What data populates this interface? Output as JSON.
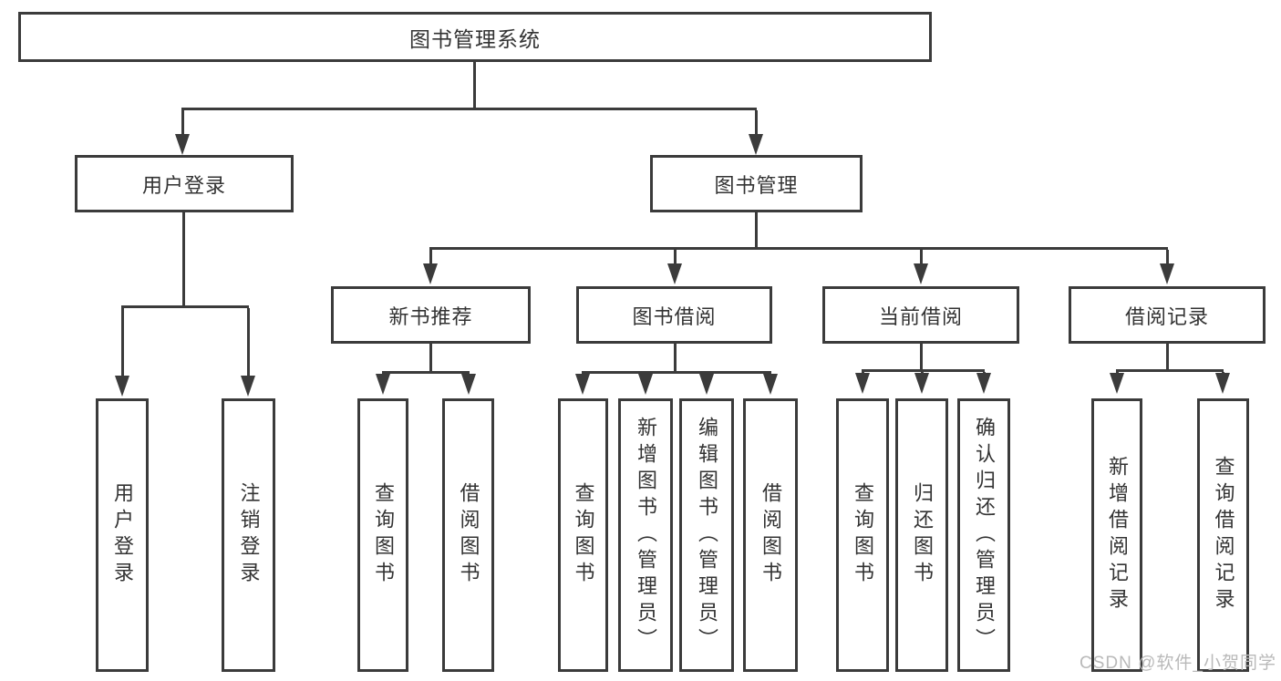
{
  "diagram": {
    "root": {
      "label": "图书管理系统"
    },
    "branches": [
      {
        "label": "用户登录",
        "children": [
          {
            "label": "用户登录"
          },
          {
            "label": "注销登录"
          }
        ]
      },
      {
        "label": "图书管理",
        "children": [
          {
            "label": "新书推荐",
            "children": [
              {
                "label": "查询图书"
              },
              {
                "label": "借阅图书"
              }
            ]
          },
          {
            "label": "图书借阅",
            "children": [
              {
                "label": "查询图书"
              },
              {
                "label": "新增图书（管理员）"
              },
              {
                "label": "编辑图书（管理员）"
              },
              {
                "label": "借阅图书"
              }
            ]
          },
          {
            "label": "当前借阅",
            "children": [
              {
                "label": "查询图书"
              },
              {
                "label": "归还图书"
              },
              {
                "label": "确认归还（管理员）"
              }
            ]
          },
          {
            "label": "借阅记录",
            "children": [
              {
                "label": "新增借阅记录"
              },
              {
                "label": "查询借阅记录"
              }
            ]
          }
        ]
      }
    ]
  },
  "watermark": {
    "text": "CSDN @软件_小贺同学"
  },
  "colors": {
    "line": "#3b3b3b",
    "text": "#333333",
    "background": "#ffffff",
    "watermark": "#b9b9b9"
  }
}
